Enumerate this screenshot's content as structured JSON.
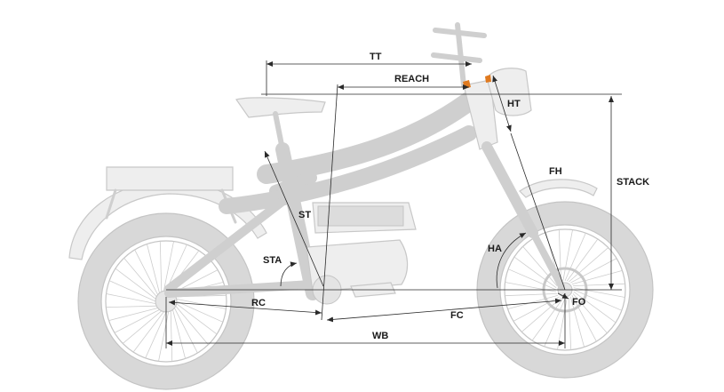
{
  "diagram": {
    "labels": {
      "tt": "TT",
      "reach": "REACH",
      "ht": "HT",
      "stack": "STACK",
      "fh": "FH",
      "st": "ST",
      "sta": "STA",
      "ha": "HA",
      "rc": "RC",
      "fc": "FC",
      "fo": "FO",
      "wb": "WB"
    },
    "colors": {
      "dimension_line": "#2a2a2a",
      "bike_outline": "#cfcfcf",
      "accent_orange": "#e07a1f"
    }
  }
}
